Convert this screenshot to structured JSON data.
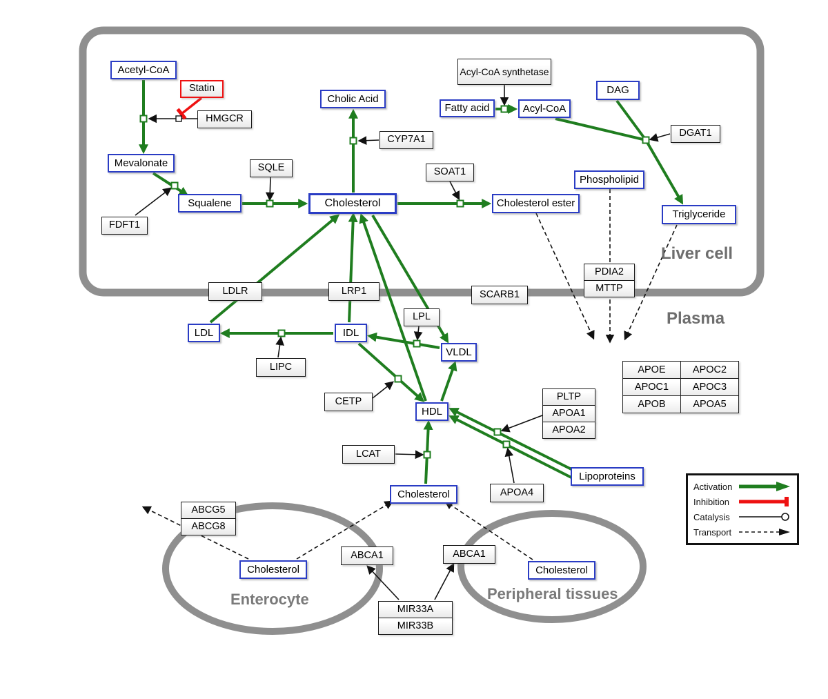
{
  "compartments": {
    "liver": "Liver cell",
    "plasma": "Plasma",
    "enterocyte": "Enterocyte",
    "peripheral": "Peripheral tissues"
  },
  "metabolites": {
    "acetyl_coa": "Acetyl-CoA",
    "mevalonate": "Mevalonate",
    "squalene": "Squalene",
    "cholic_acid": "Cholic Acid",
    "cholesterol_liver": "Cholesterol",
    "cholesterol_ester": "Cholesterol ester",
    "fatty_acid": "Fatty acid",
    "acyl_coa": "Acyl-CoA",
    "dag": "DAG",
    "phospholipid": "Phospholipid",
    "triglyceride": "Triglyceride",
    "ldl": "LDL",
    "idl": "IDL",
    "vldl": "VLDL",
    "hdl": "HDL",
    "cholesterol_plasma": "Cholesterol",
    "cholesterol_enterocyte": "Cholesterol",
    "cholesterol_peripheral": "Cholesterol",
    "lipoproteins": "Lipoproteins"
  },
  "enzymes": {
    "statin": "Statin",
    "hmgcr": "HMGCR",
    "sqle": "SQLE",
    "fdft1": "FDFT1",
    "cyp7a1": "CYP7A1",
    "soat1": "SOAT1",
    "acyl_coa_synthetase": "Acyl-CoA synthetase",
    "dgat1": "DGAT1",
    "pdia2": "PDIA2",
    "mttp": "MTTP",
    "ldlr": "LDLR",
    "lrp1": "LRP1",
    "scarb1": "SCARB1",
    "lpl": "LPL",
    "lipc": "LIPC",
    "cetp": "CETP",
    "lcat": "LCAT",
    "pltp": "PLTP",
    "apoa1": "APOA1",
    "apoa2": "APOA2",
    "apoa4": "APOA4",
    "abcg5": "ABCG5",
    "abcg8": "ABCG8",
    "abca1_enterocyte": "ABCA1",
    "abca1_peripheral": "ABCA1",
    "mir33a": "MIR33A",
    "mir33b": "MIR33B"
  },
  "apo_table": [
    [
      "APOE",
      "APOC2"
    ],
    [
      "APOC1",
      "APOC3"
    ],
    [
      "APOB",
      "APOA5"
    ]
  ],
  "legend": {
    "activation": "Activation",
    "inhibition": "Inhibition",
    "catalysis": "Catalysis",
    "transport": "Transport"
  },
  "colors": {
    "activation": "#1f7d1f",
    "inhibition": "#ee1111",
    "metabolite_border": "#2a3cc4",
    "enzyme_border": "#1a1a1a",
    "membrane": "#8f8f8f"
  }
}
